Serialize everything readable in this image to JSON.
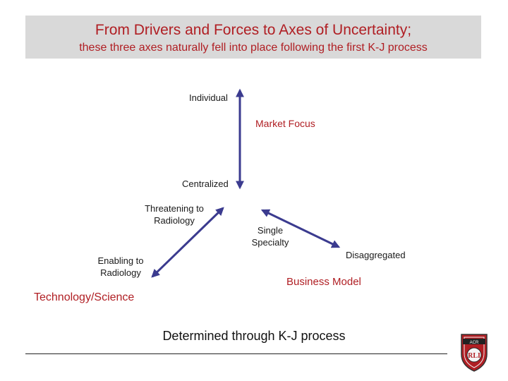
{
  "header": {
    "title": "From Drivers and Forces to Axes of Uncertainty;",
    "subtitle": "these three axes naturally fell into place following the first K-J process"
  },
  "axes": {
    "market": {
      "top_label": "Individual",
      "bottom_label": "Centralized",
      "name": "Market Focus"
    },
    "technology": {
      "upper_label_line1": "Threatening to",
      "upper_label_line2": "Radiology",
      "lower_label_line1": "Enabling to",
      "lower_label_line2": "Radiology",
      "name": "Technology/Science"
    },
    "business": {
      "left_label_line1": "Single",
      "left_label_line2": "Specialty",
      "right_label": "Disaggregated",
      "name": "Business Model"
    }
  },
  "footer": {
    "text": "Determined through K-J process"
  },
  "logo": {
    "letters": "RLI",
    "banner": "ACR"
  },
  "colors": {
    "accent": "#b01e23",
    "arrow": "#3b3b8f",
    "header_bg": "#d9d9d9"
  }
}
